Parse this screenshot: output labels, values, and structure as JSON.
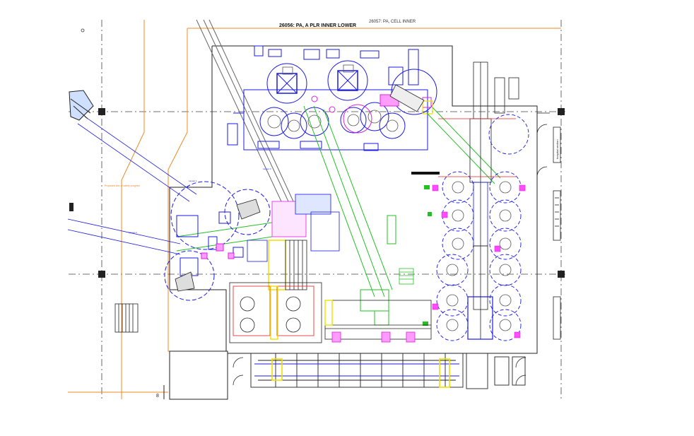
{
  "title_main": "26056: PA, A PLR INNER LOWER",
  "title_secondary": "26057: PA, CELL INNER",
  "annotation_orange": "Proposed line-of safety program",
  "side_labels": [
    "hospital section"
  ],
  "small_labels": [
    "Layout 1",
    "Layout 2",
    "Layout 3"
  ],
  "colors": {
    "grid": "#333333",
    "orange": "#f08a24",
    "blue": "#1a1ae6",
    "green": "#22c022",
    "magenta": "#e020e0",
    "yellow": "#f0e000",
    "red": "#e02020",
    "cyan": "#00c0e0",
    "black": "#101010",
    "gray": "#8a8a8a"
  }
}
